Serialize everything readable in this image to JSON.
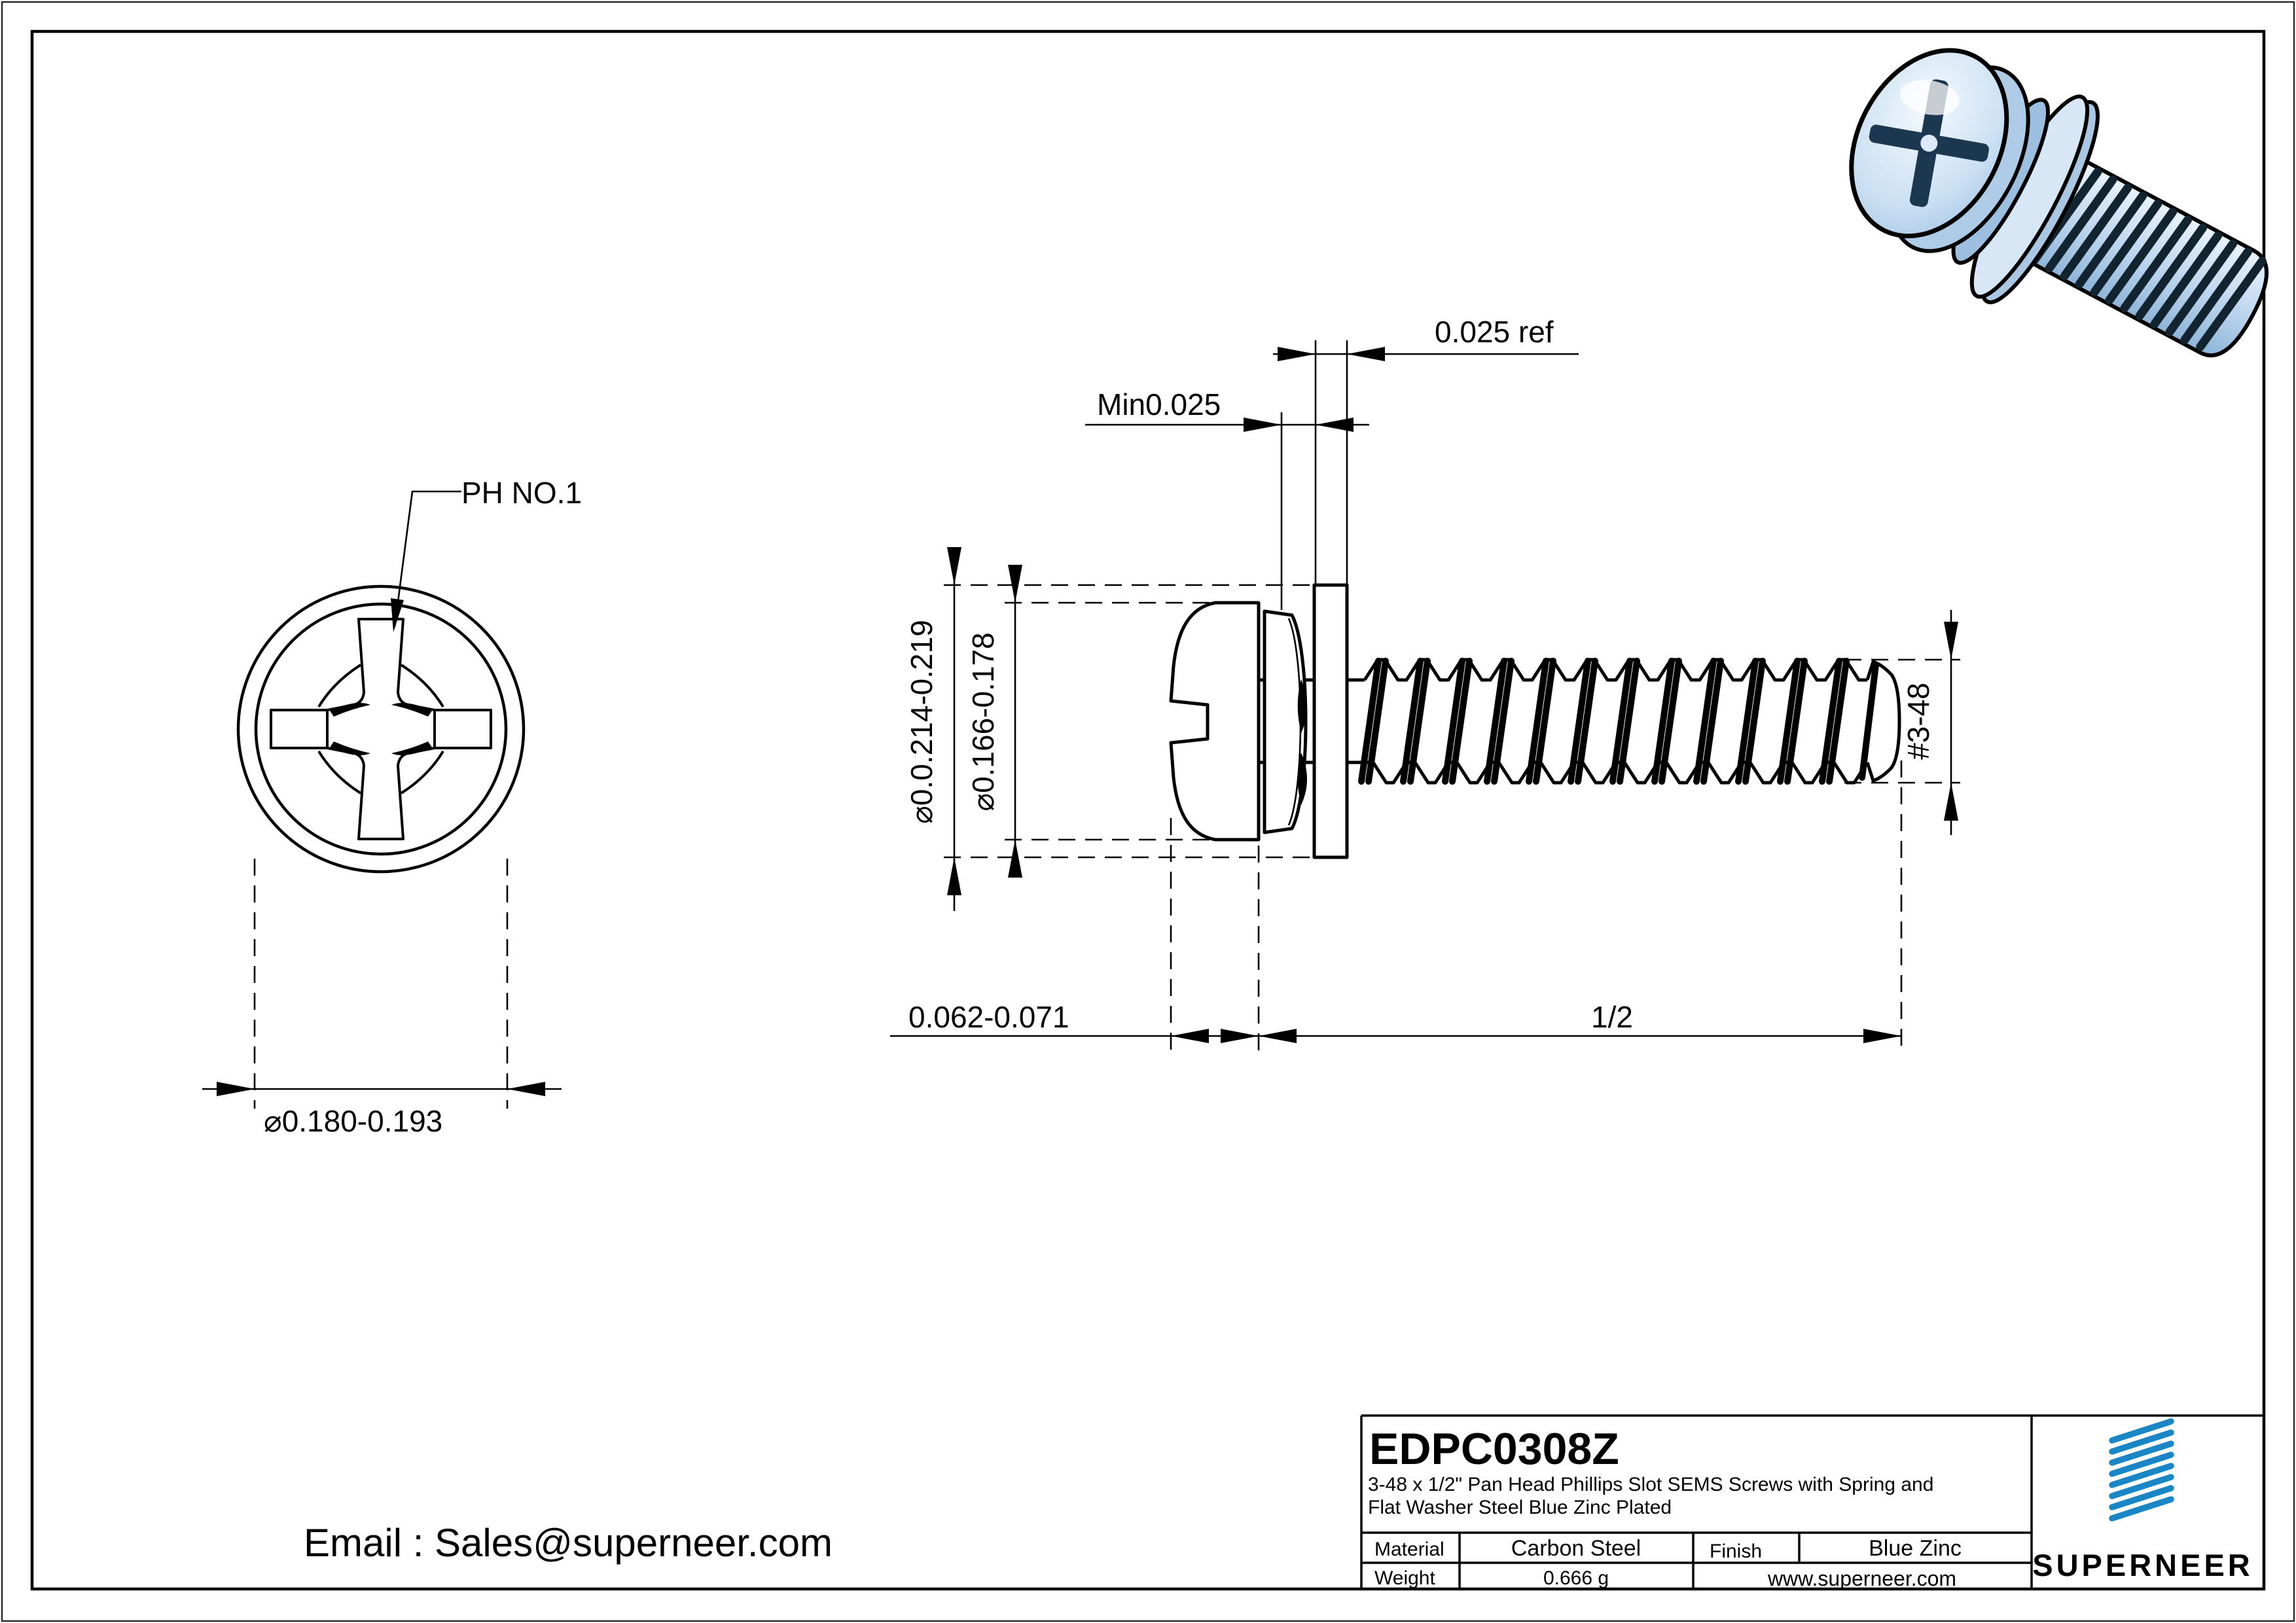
{
  "page": {
    "accent_blue": "#1b86c6",
    "link_blue": "#1878c8",
    "line_black": "#000000"
  },
  "front_view": {
    "drive_label": "PH NO.1",
    "dim_slot_diameter": "⌀0.180-0.193"
  },
  "side_view": {
    "dim_flat_washer_ref": "0.025 ref",
    "dim_spring_washer_min": "Min0.025",
    "dim_washer_od": "⌀0.0.214-0.219",
    "dim_head_od": "⌀0.166-0.178",
    "dim_head_height": "0.062-0.071",
    "dim_length": "1/2",
    "dim_thread_size": "#3-48"
  },
  "footer": {
    "email": "Email : Sales@superneer.com"
  },
  "title_block": {
    "part_number": "EDPC0308Z",
    "description_line1": "3-48 x 1/2\" Pan Head Phillips Slot SEMS Screws with Spring and",
    "description_line2": "Flat Washer Steel Blue Zinc Plated",
    "material_label": "Material",
    "material_value": "Carbon Steel",
    "finish_label": "Finish",
    "finish_value": "Blue Zinc",
    "weight_label": "Weight",
    "weight_value": "0.666 g",
    "website": "www.superneer.com",
    "brand": "SUPERNEER"
  }
}
